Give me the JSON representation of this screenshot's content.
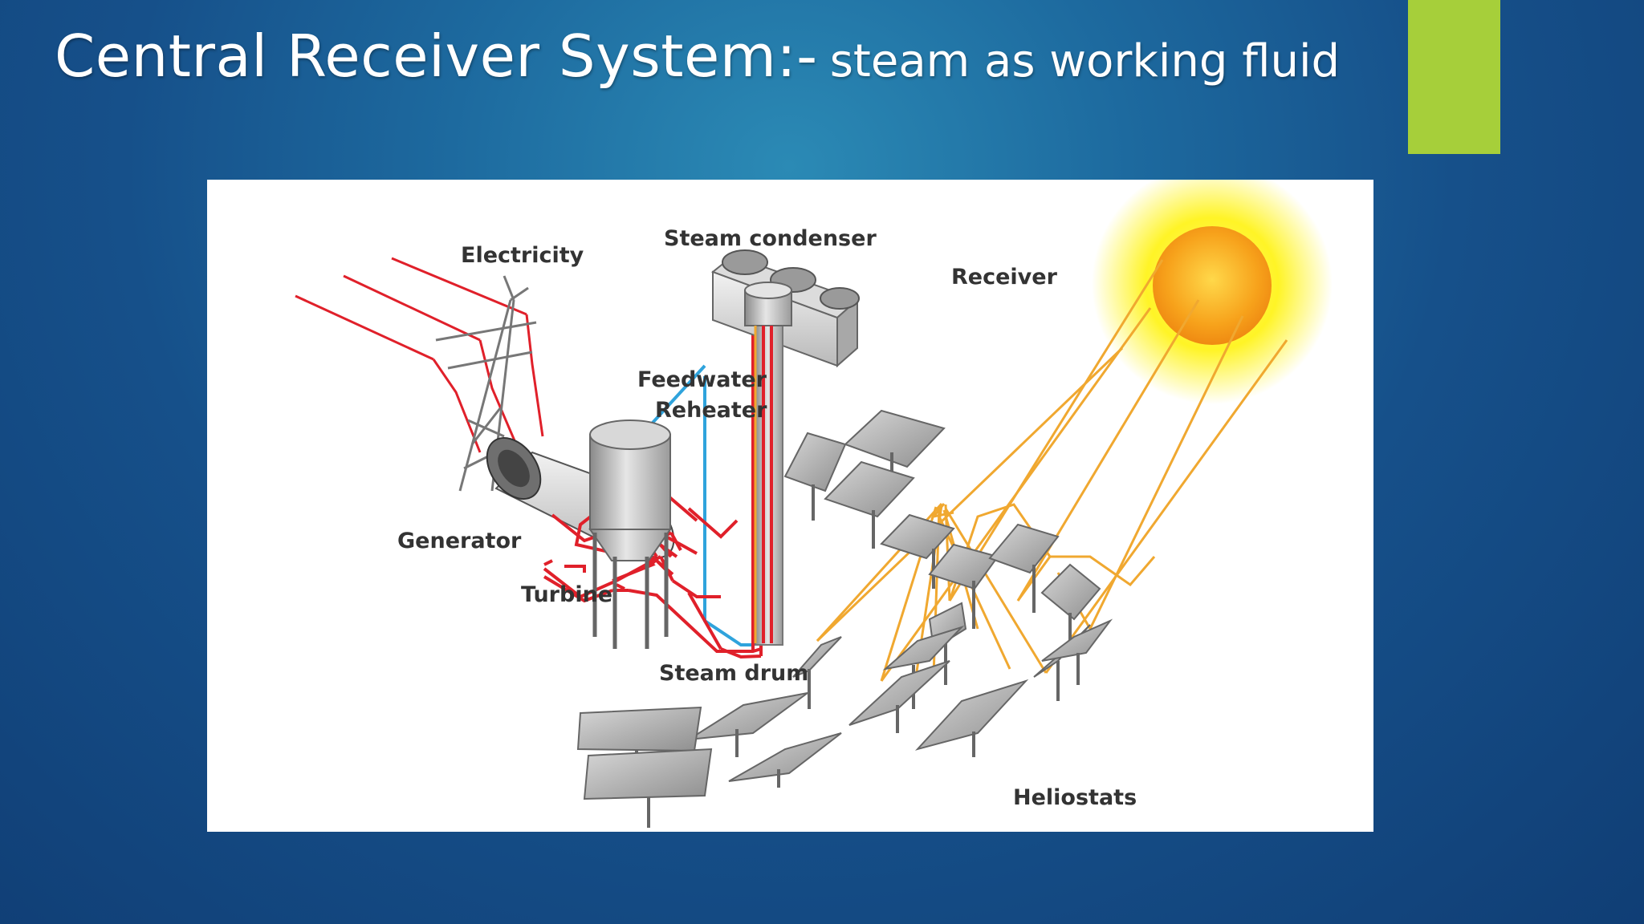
{
  "slide": {
    "title_main": "Central Receiver System:-",
    "title_sub": "steam as working fluid"
  },
  "diagram": {
    "labels": {
      "electricity": "Electricity",
      "steam_condenser": "Steam condenser",
      "receiver": "Receiver",
      "feedwater": "Feedwater",
      "reheater": "Reheater",
      "generator": "Generator",
      "turbine": "Turbine",
      "steam_drum": "Steam drum",
      "heliostats": "Heliostats"
    }
  },
  "colors": {
    "background": "#16508a",
    "accent_bar": "#a6cf3a",
    "hot_line": "#e0202a",
    "cold_line": "#2fa3dc",
    "sun_ray": "#f0a830",
    "sun": "#f7a21b"
  },
  "icons": [
    "sun-icon",
    "transmission-tower-icon",
    "generator-turbine-icon",
    "steam-condenser-icon",
    "steam-drum-icon",
    "receiver-tower-icon",
    "heliostat-icon"
  ]
}
